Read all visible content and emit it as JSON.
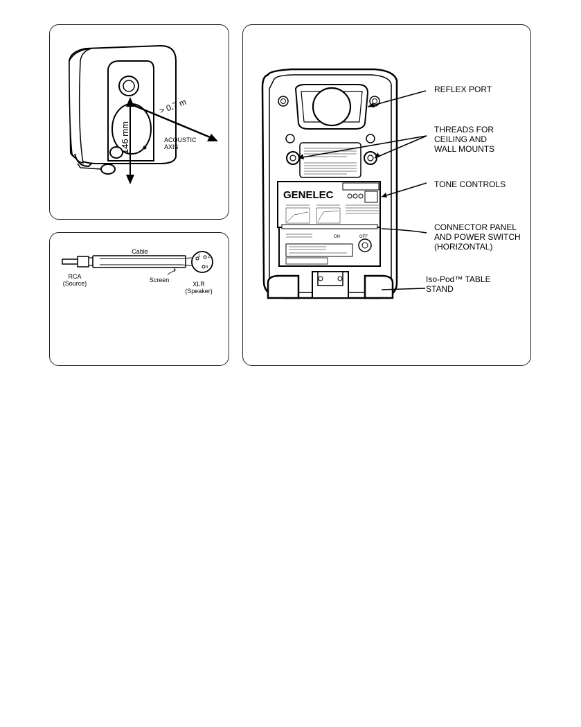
{
  "panel_speaker_side": {
    "dimension_height": "146 mm",
    "dimension_distance": "> 0,7 m",
    "axis_label": "ACOUSTIC\nAXIS"
  },
  "panel_cable": {
    "cable_label": "Cable",
    "rca_label": "RCA\n(Source)",
    "screen_label": "Screen",
    "xlr_label": "XLR\n(Speaker)",
    "pin_labels": [
      "1",
      "2",
      "3"
    ]
  },
  "panel_rear": {
    "brand_logo": "GENELEC",
    "switch_on": "ON",
    "switch_off": "OFF",
    "callouts": {
      "reflex_port": "REFLEX PORT",
      "threads": "THREADS FOR\nCEILING AND\nWALL MOUNTS",
      "tone_controls": "TONE CONTROLS",
      "connector_panel": "CONNECTOR PANEL\nAND POWER SWITCH\n(HORIZONTAL)",
      "iso_pod": "Iso-Pod™ TABLE\nSTAND"
    }
  }
}
